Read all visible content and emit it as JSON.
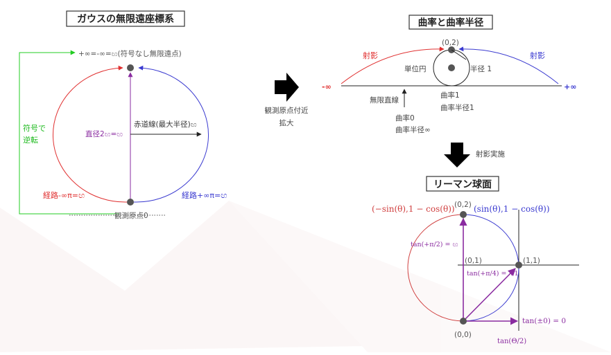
{
  "titles": {
    "gauss": "ガウスの無限遠座標系",
    "curvature": "曲率と曲率半径",
    "riemann": "リーマン球面"
  },
  "left": {
    "top_label": "+∞=-∞=ඟ(符号なし無限遠点)",
    "sign_flip_line1": "符号で",
    "sign_flip_line2": "逆転",
    "diameter": "直径2ඟ=ඟ",
    "equator": "赤道線(最大半径)ඟ",
    "path_minus": "経路-∞π=ඟ",
    "path_plus": "経路+∞π=ඟ",
    "origin": "観測原点0"
  },
  "middle": {
    "zoom_line1": "観測原点付近",
    "zoom_line2": "拡大"
  },
  "right_top": {
    "projection_left": "射影",
    "projection_right": "射影",
    "minus_inf": "-∞",
    "plus_inf": "+∞",
    "point_02": "(0,2)",
    "unit_circle": "単位円",
    "radius1": "半径 1",
    "curv1": "曲率1",
    "curv_radius1": "曲率半径1",
    "infinite_line": "無限直線",
    "curv0": "曲率0",
    "curv_radius_inf": "曲率半径∞",
    "projection_done": "射影実施"
  },
  "riemann": {
    "label_left": "(−sin(θ),1 − cos(θ))",
    "label_right": "(sin(θ),1 − cos(θ))",
    "point_02": "(0,2)",
    "point_01": "(0,1)",
    "point_11": "(1,1)",
    "point_00": "(0,0)",
    "tan_half_pi": "tan(+π/2) = ඟ",
    "tan_quarter_pi": "tan(+π/4) = +1",
    "tan_zero": "tan(±0) = 0",
    "tan_theta_half": "tan(Θ/2)"
  },
  "colors": {
    "red": "#e03030",
    "blue": "#3a3ad0",
    "purple": "#8a2ba0",
    "green": "#22cc22",
    "dark": "#444444",
    "riemann_red": "#d04040",
    "riemann_blue": "#3a3ad0"
  }
}
